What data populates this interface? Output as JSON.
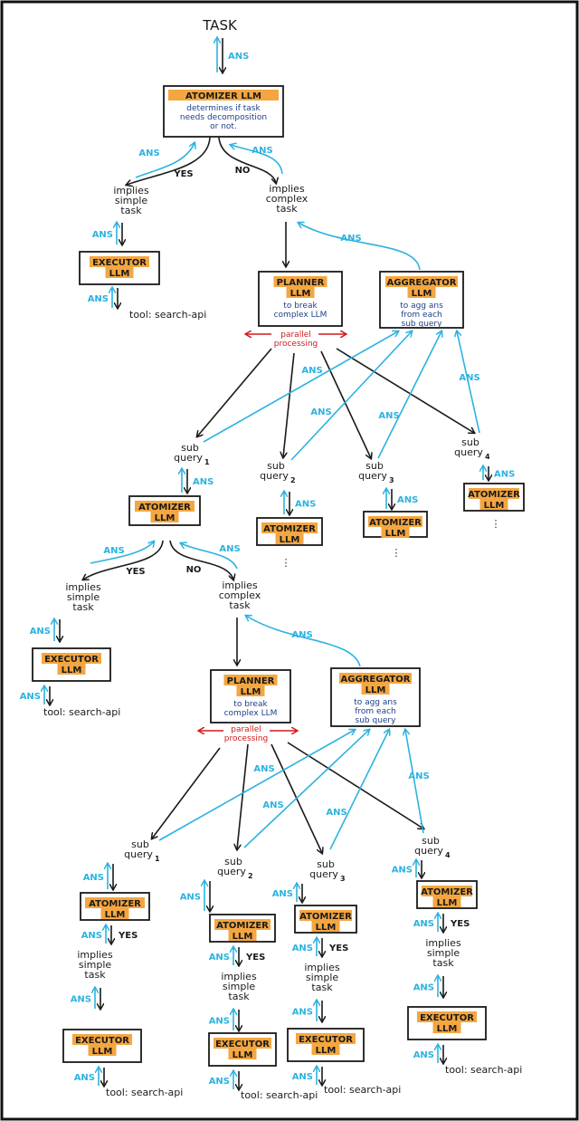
{
  "task": "TASK",
  "ans": "ANS",
  "yes": "YES",
  "no": "NO",
  "implies_simple": [
    "implies",
    "simple",
    "task"
  ],
  "implies_complex": [
    "implies",
    "complex",
    "task"
  ],
  "atomizer_title": "ATOMIZER LLM",
  "atomizer_desc": [
    "determines if task",
    "needs decomposition",
    "or not."
  ],
  "executor_title": [
    "EXECUTOR",
    "LLM"
  ],
  "tool": "tool: search-api",
  "planner_title": [
    "PLANNER",
    "LLM"
  ],
  "planner_desc": [
    "to break",
    "complex LLM"
  ],
  "aggregator_title": [
    "AGGREGATOR",
    "LLM"
  ],
  "aggregator_desc": [
    "to agg ans",
    "from each",
    "sub query"
  ],
  "parallel": [
    "parallel",
    "processing"
  ],
  "sub_query": [
    "sub",
    "query"
  ],
  "subscripts": [
    "1",
    "2",
    "3",
    "4"
  ],
  "atomizer_short": [
    "ATOMIZER",
    "LLM"
  ],
  "ellipsis": "⋮",
  "colors": {
    "orange": "#f4a640",
    "blue_arrow": "#2bb3e0",
    "red": "#d11a1a",
    "navy_text": "#1f3f8a",
    "ink": "#1a1a1a"
  }
}
